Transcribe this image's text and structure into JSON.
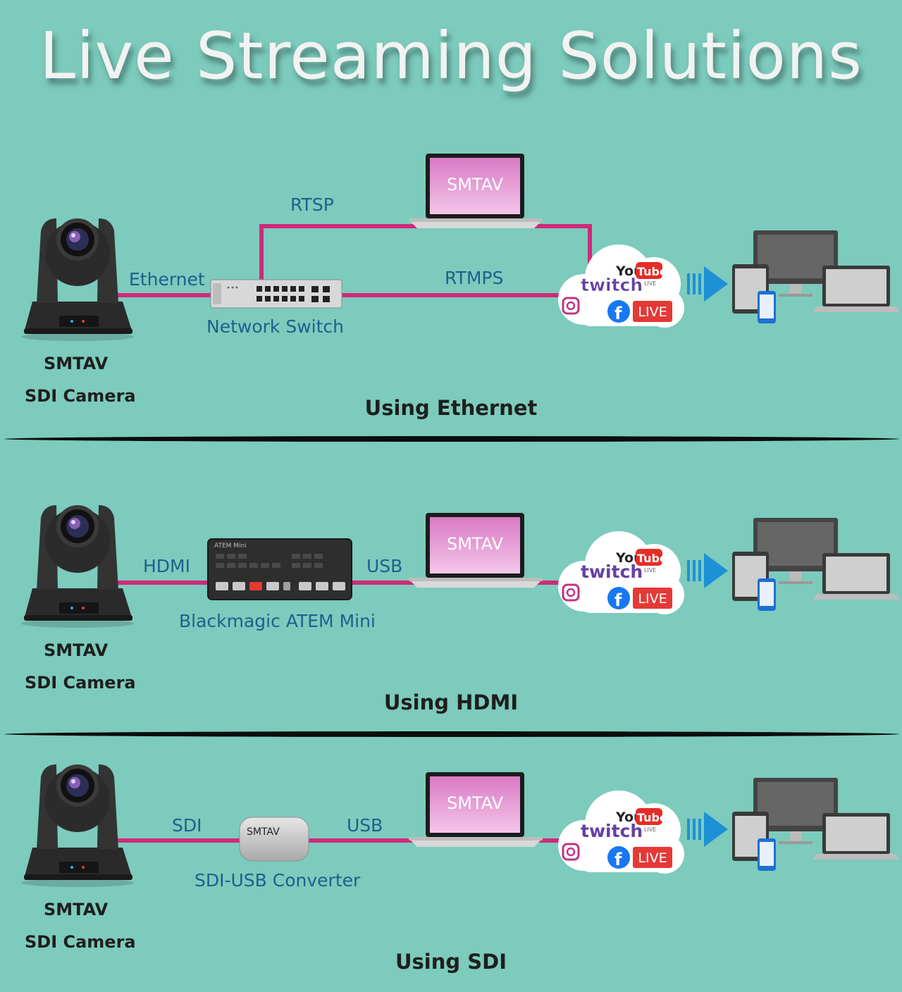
{
  "title": "Live Streaming Solutions",
  "brand": "SMTAV",
  "colors": {
    "background": "#7ccbbd",
    "cable": "#cf2a78",
    "label": "#1f5f8b",
    "arrow": "#1e90d6"
  },
  "icons": [
    "ptz-camera-icon",
    "network-switch-icon",
    "laptop-icon",
    "streaming-cloud-icon",
    "arrow-right-icon",
    "devices-icon",
    "atem-mini-icon",
    "converter-icon"
  ],
  "platform_logos": {
    "youtube_you": "You",
    "youtube_tube": "Tube",
    "twitch": "twitch",
    "live_badge": "LIVE",
    "small_live": "LIVE"
  },
  "sections": [
    {
      "title": "Using Ethernet",
      "camera_brand": "SMTAV",
      "camera_name": "SDI Camera",
      "connections": {
        "camera_to_switch": "Ethernet",
        "switch_to_laptop": "RTSP",
        "switch_to_cloud": "RTMPS"
      },
      "device_label": "Network Switch",
      "laptop_text": "SMTAV"
    },
    {
      "title": "Using HDMI",
      "camera_brand": "SMTAV",
      "camera_name": "SDI Camera",
      "connections": {
        "camera_to_device": "HDMI",
        "device_to_laptop": "USB"
      },
      "device_label": "Blackmagic ATEM Mini",
      "device_text": "ATEM Mini",
      "laptop_text": "SMTAV"
    },
    {
      "title": "Using SDI",
      "camera_brand": "SMTAV",
      "camera_name": "SDI Camera",
      "connections": {
        "camera_to_device": "SDI",
        "device_to_laptop": "USB"
      },
      "device_label": "SDI-USB Converter",
      "device_text": "SMTAV",
      "laptop_text": "SMTAV"
    }
  ]
}
